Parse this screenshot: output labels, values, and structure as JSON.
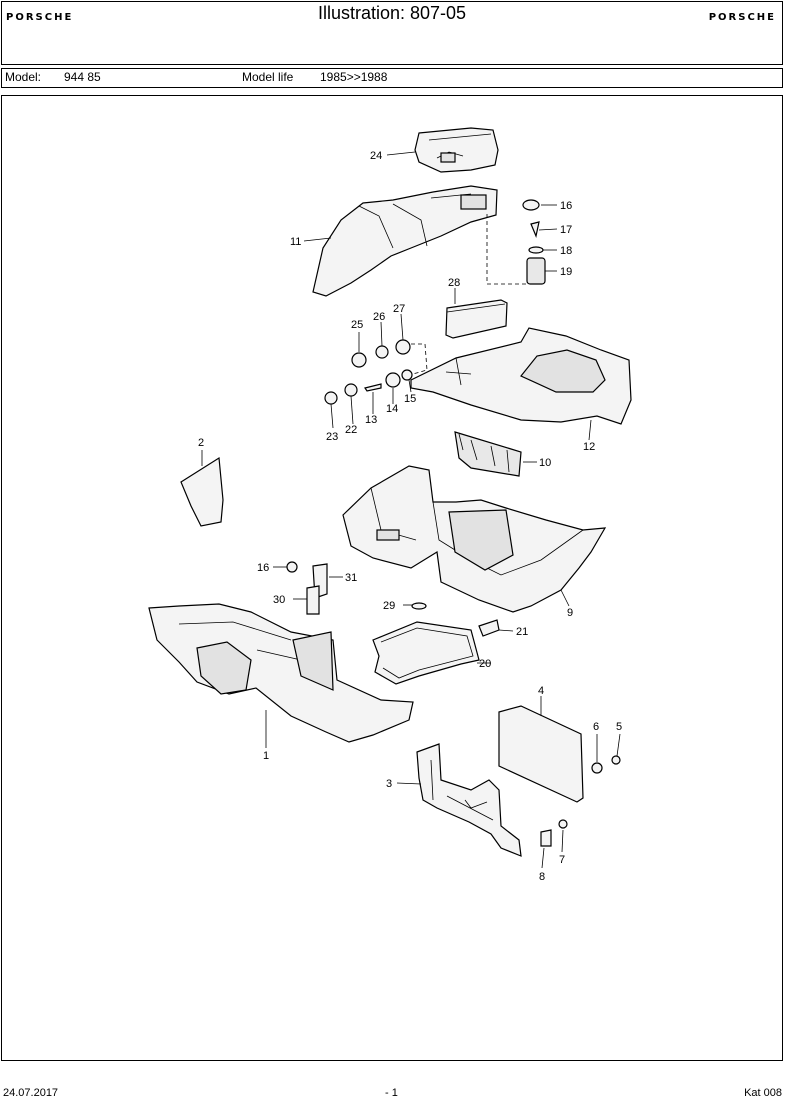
{
  "header": {
    "brand_left": "PORSCHE",
    "brand_right": "PORSCHE",
    "title": "Illustration: 807-05"
  },
  "model_bar": {
    "model_label": "Model:",
    "model_value": "944 85",
    "life_label": "Model life",
    "life_value": "1985>>1988"
  },
  "diagram": {
    "callouts": [
      "24",
      "16",
      "17",
      "18",
      "19",
      "11",
      "28",
      "25",
      "26",
      "27",
      "23",
      "22",
      "13",
      "14",
      "15",
      "12",
      "10",
      "2",
      "16",
      "31",
      "30",
      "29",
      "21",
      "20",
      "9",
      "4",
      "6",
      "5",
      "3",
      "1",
      "7",
      "8"
    ]
  },
  "footer": {
    "date": "24.07.2017",
    "page": "- 1",
    "catalog": "Kat 008"
  }
}
